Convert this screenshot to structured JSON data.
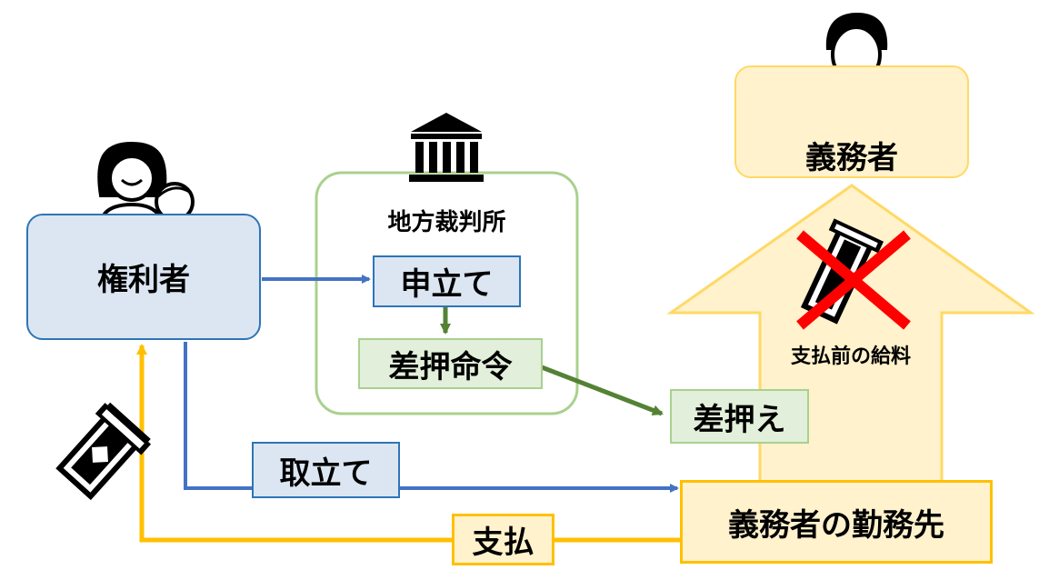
{
  "nodes": {
    "creditor": "権利者",
    "court": "地方裁判所",
    "petition": "申立て",
    "seizure_order": "差押命令",
    "seizure": "差押え",
    "debtor": "義務者",
    "salary": "支払前の給料",
    "employer": "義務者の勤務先",
    "collection": "取立て",
    "payment": "支払"
  },
  "colors": {
    "blue_fill": "#dce6f2",
    "blue_border": "#2e75b6",
    "blue_arrow": "#4472c4",
    "green_fill": "#e2efda",
    "green_border": "#a9d18e",
    "green_arrow": "#548235",
    "yellow_fill": "#fff2cc",
    "yellow_border": "#ffc000",
    "big_arrow_border": "#ffd966",
    "cross": "#ff0000"
  },
  "icons": [
    "parent-child-icon",
    "courthouse-icon",
    "businessman-icon",
    "money-icon",
    "crossed-out-money-icon"
  ]
}
